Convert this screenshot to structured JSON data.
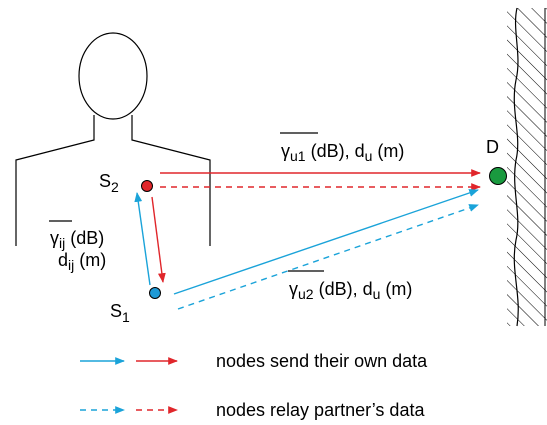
{
  "colors": {
    "own_data": "#1aa3d9",
    "relay_data": "#e0262b",
    "node_s1": "#1f9ad6",
    "node_s2": "#e0262b",
    "node_d": "#1a9a3f",
    "outline": "#000000"
  },
  "nodes": {
    "s1": {
      "base": "S",
      "sub": "1"
    },
    "s2": {
      "base": "S",
      "sub": "2"
    },
    "d": {
      "label": "D"
    }
  },
  "links": {
    "u1": {
      "gamma": "γ",
      "gamma_sub": "u1",
      "rest": " (dB), d",
      "d_sub": "u",
      "unit": " (m)"
    },
    "u2": {
      "gamma": "γ",
      "gamma_sub": "u2",
      "rest": " (dB), d",
      "d_sub": "u",
      "unit": " (m)"
    },
    "ij": {
      "gamma": "γ",
      "gamma_sub": "ij",
      "gamma_unit": " (dB)",
      "d": "d",
      "d_sub": "ij",
      "d_unit": " (m)"
    }
  },
  "legend": {
    "solid": "nodes send their own data",
    "dashed": "nodes relay partner’s data"
  }
}
